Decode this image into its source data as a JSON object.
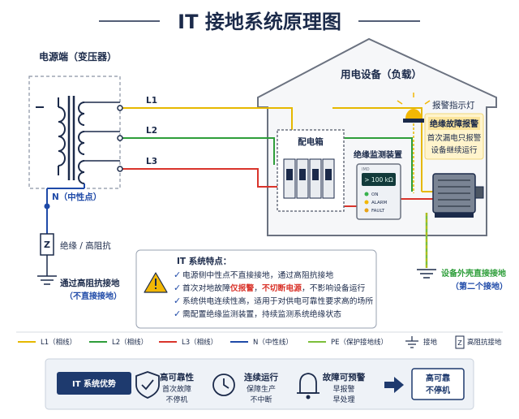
{
  "title": "IT 接地系统原理图",
  "source": {
    "label": "电源端（变压器）",
    "neutral_label": "N（中性点）",
    "impedance_symbol": "Z",
    "impedance_label": "绝缘 / 高阻抗",
    "ground_label": "通过高阻抗接地",
    "ground_sub": "（不直接接地）"
  },
  "lines": {
    "l1": "L1",
    "l2": "L2",
    "l3": "L3"
  },
  "house": {
    "label": "用电设备（负载）"
  },
  "panel": {
    "label": "配电箱"
  },
  "monitor": {
    "label": "绝缘监测装置",
    "brand": "IMD",
    "display": "> 100 kΩ",
    "leds": [
      "ON",
      "ALARM",
      "FAULT"
    ]
  },
  "alarm": {
    "label": "报警指示灯",
    "box_title": "绝缘故障报警",
    "box_line1": "首次漏电只报警",
    "box_line2": "设备继续运行"
  },
  "equipment": {
    "ground_label": "设备外壳直接接地",
    "ground_sub": "（第二个接地）"
  },
  "features": {
    "title": "IT 系统特点：",
    "items": [
      {
        "parts": [
          "电源侧中性点不直接接地，通过高阻抗接地"
        ]
      },
      {
        "parts": [
          "首次对地故障",
          "仅报警",
          "，",
          "不切断电源",
          "，不影响设备运行"
        ]
      },
      {
        "parts": [
          "系统供电连续性高，适用于对供电可靠性要求高的场所"
        ]
      },
      {
        "parts": [
          "需配置绝缘监测装置，持续监测系统绝缘状态"
        ]
      }
    ]
  },
  "legend": {
    "items": [
      {
        "label": "L1（相线）",
        "color": "#e6b800"
      },
      {
        "label": "L2（相线）",
        "color": "#2e9e3a"
      },
      {
        "label": "L3（相线）",
        "color": "#d9342b"
      },
      {
        "label": "N（中性线）",
        "color": "#1f4aa8"
      },
      {
        "label": "PE（保护接地线）",
        "color": "#7cbf3a"
      }
    ],
    "ground": "接地",
    "impedance_symbol": "Z",
    "impedance": "高阻抗接地"
  },
  "advantages": {
    "badge": "IT 系统优势",
    "items": [
      {
        "title": "高可靠性",
        "line1": "首次故障",
        "line2": "不停机"
      },
      {
        "title": "连续运行",
        "line1": "保障生产",
        "line2": "不中断"
      },
      {
        "title": "故障可预警",
        "line1": "早报警",
        "line2": "早处理"
      }
    ],
    "result_line1": "高可靠",
    "result_line2": "不停机"
  }
}
